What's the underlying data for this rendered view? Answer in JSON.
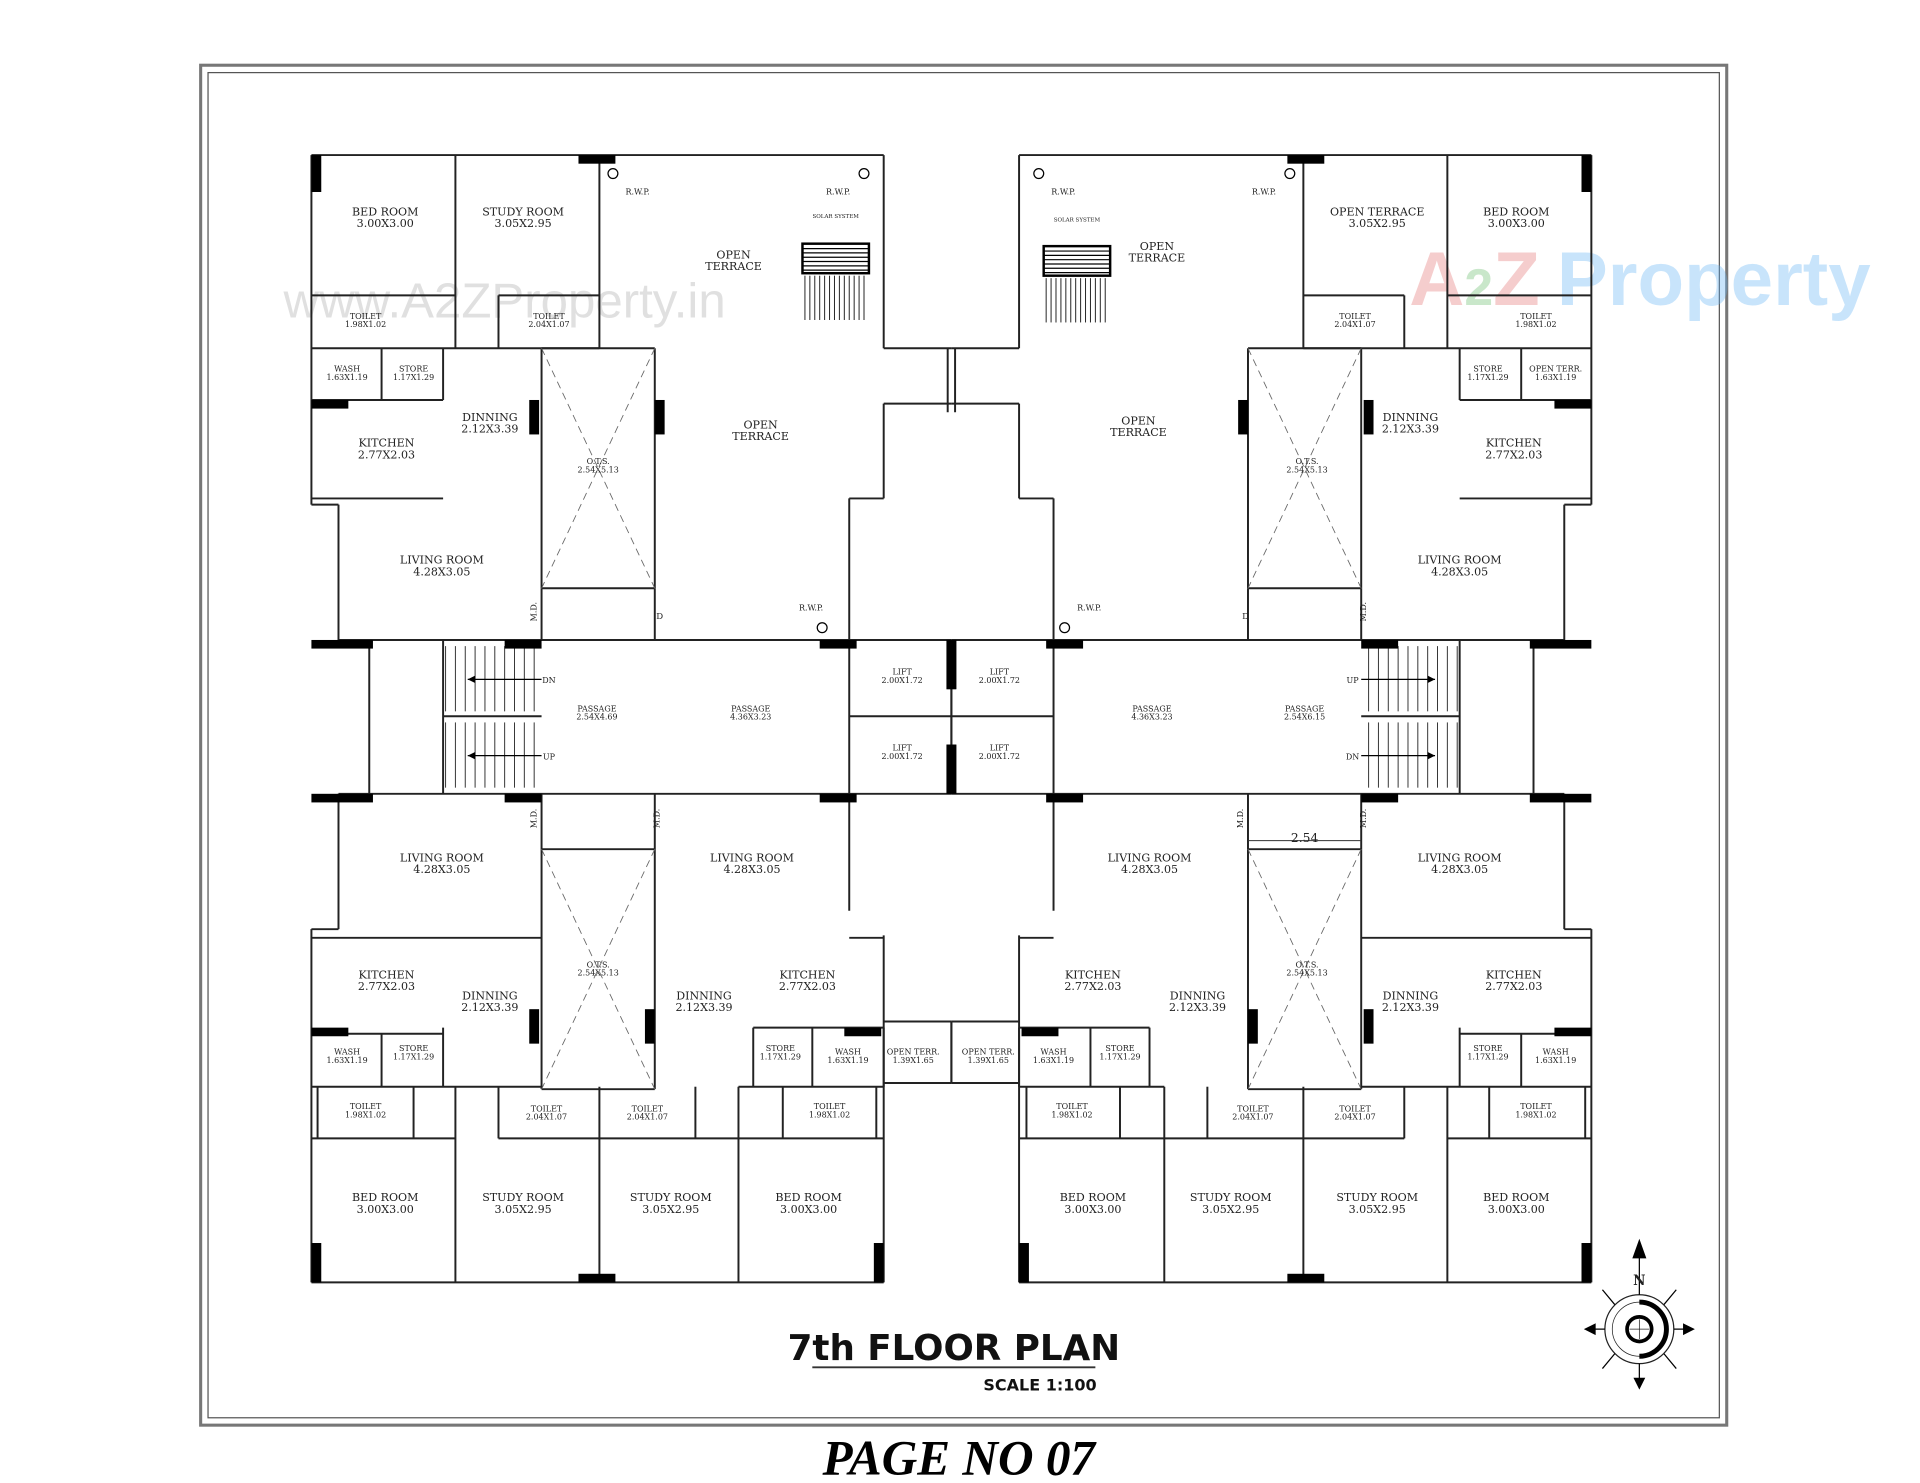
{
  "title": "7th FLOOR PLAN",
  "scale": "SCALE 1:100",
  "page": "PAGE NO 07",
  "watermarks": {
    "url": "www.A2ZProperty.in",
    "brand_a": "A",
    "brand_2": "2",
    "brand_z": "Z",
    "brand_rest": "Property"
  },
  "colors": {
    "line": "#222222",
    "watermark_red": "#e57373",
    "watermark_green": "#66bb6a",
    "watermark_blue": "#64b5f6",
    "watermark_orange": "#ffb74d"
  },
  "compass": {
    "north": "N"
  },
  "labels": [
    {
      "l1": "BED ROOM",
      "l2": "3.00X3.00"
    },
    {
      "l1": "STUDY ROOM",
      "l2": "3.05X2.95"
    },
    {
      "l1": "TOILET",
      "l2": "1.98X1.02"
    },
    {
      "l1": "TOILET",
      "l2": "2.04X1.07"
    },
    {
      "l1": "WASH",
      "l2": "1.63X1.19"
    },
    {
      "l1": "STORE",
      "l2": "1.17X1.29"
    },
    {
      "l1": "DINNING",
      "l2": "2.12X3.39"
    },
    {
      "l1": "KITCHEN",
      "l2": "2.77X2.03"
    },
    {
      "l1": "LIVING ROOM",
      "l2": "4.28X3.05"
    },
    {
      "l1": "O.T.S.",
      "l2": "2.54X5.13"
    },
    {
      "l1": "OPEN",
      "l2": "TERRACE"
    },
    {
      "l1": "OPEN",
      "l2": "TERRACE"
    },
    {
      "l1": "OPEN",
      "l2": "TERRACE"
    },
    {
      "l1": "OPEN",
      "l2": "TERRACE"
    },
    {
      "l1": "OPEN TERRACE",
      "l2": "3.05X2.95"
    },
    {
      "l1": "BED ROOM",
      "l2": "3.00X3.00"
    },
    {
      "l1": "TOILET",
      "l2": "2.04X1.07"
    },
    {
      "l1": "TOILET",
      "l2": "1.98X1.02"
    },
    {
      "l1": "STORE",
      "l2": "1.17X1.29"
    },
    {
      "l1": "OPEN TERR.",
      "l2": "1.63X1.19"
    },
    {
      "l1": "DINNING",
      "l2": "2.12X3.39"
    },
    {
      "l1": "KITCHEN",
      "l2": "2.77X2.03"
    },
    {
      "l1": "O.T.S.",
      "l2": "2.54X5.13"
    },
    {
      "l1": "LIVING ROOM",
      "l2": "4.28X3.05"
    },
    {
      "l1": "PASSAGE",
      "l2": "2.54X4.69"
    },
    {
      "l1": "PASSAGE",
      "l2": "4.36X3.23"
    },
    {
      "l1": "LIFT",
      "l2": "2.00X1.72"
    },
    {
      "l1": "LIFT",
      "l2": "2.00X1.72"
    },
    {
      "l1": "LIFT",
      "l2": "2.00X1.72"
    },
    {
      "l1": "LIFT",
      "l2": "2.00X1.72"
    },
    {
      "l1": "PASSAGE",
      "l2": "4.36X3.23"
    },
    {
      "l1": "PASSAGE",
      "l2": "2.54X6.15"
    },
    {
      "l1": "LIVING ROOM",
      "l2": "4.28X3.05"
    },
    {
      "l1": "LIVING ROOM",
      "l2": "4.28X3.05"
    },
    {
      "l1": "LIVING ROOM",
      "l2": "4.28X3.05"
    },
    {
      "l1": "LIVING ROOM",
      "l2": "4.28X3.05"
    },
    {
      "l1": "KITCHEN",
      "l2": "2.77X2.03"
    },
    {
      "l1": "KITCHEN",
      "l2": "2.77X2.03"
    },
    {
      "l1": "KITCHEN",
      "l2": "2.77X2.03"
    },
    {
      "l1": "KITCHEN",
      "l2": "2.77X2.03"
    },
    {
      "l1": "DINNING",
      "l2": "2.12X3.39"
    },
    {
      "l1": "DINNING",
      "l2": "2.12X3.39"
    },
    {
      "l1": "DINNING",
      "l2": "2.12X3.39"
    },
    {
      "l1": "DINNING",
      "l2": "2.12X3.39"
    },
    {
      "l1": "O.T.S.",
      "l2": "2.54X5.13"
    },
    {
      "l1": "O.T.S.",
      "l2": "2.54X5.13"
    },
    {
      "l1": "WASH",
      "l2": "1.63X1.19"
    },
    {
      "l1": "WASH",
      "l2": "1.63X1.19"
    },
    {
      "l1": "WASH",
      "l2": "1.63X1.19"
    },
    {
      "l1": "WASH",
      "l2": "1.63X1.19"
    },
    {
      "l1": "STORE",
      "l2": "1.17X1.29"
    },
    {
      "l1": "STORE",
      "l2": "1.17X1.29"
    },
    {
      "l1": "STORE",
      "l2": "1.17X1.29"
    },
    {
      "l1": "STORE",
      "l2": "1.17X1.29"
    },
    {
      "l1": "OPEN TERR.",
      "l2": "1.39X1.65"
    },
    {
      "l1": "OPEN TERR.",
      "l2": "1.39X1.65"
    },
    {
      "l1": "TOILET",
      "l2": "1.98X1.02"
    },
    {
      "l1": "TOILET",
      "l2": "1.98X1.02"
    },
    {
      "l1": "TOILET",
      "l2": "1.98X1.02"
    },
    {
      "l1": "TOILET",
      "l2": "1.98X1.02"
    },
    {
      "l1": "TOILET",
      "l2": "2.04X1.07"
    },
    {
      "l1": "TOILET",
      "l2": "2.04X1.07"
    },
    {
      "l1": "TOILET",
      "l2": "2.04X1.07"
    },
    {
      "l1": "TOILET",
      "l2": "2.04X1.07"
    },
    {
      "l1": "BED ROOM",
      "l2": "3.00X3.00"
    },
    {
      "l1": "BED ROOM",
      "l2": "3.00X3.00"
    },
    {
      "l1": "BED ROOM",
      "l2": "3.00X3.00"
    },
    {
      "l1": "BED ROOM",
      "l2": "3.00X3.00"
    },
    {
      "l1": "STUDY ROOM",
      "l2": "3.05X2.95"
    },
    {
      "l1": "STUDY ROOM",
      "l2": "3.05X2.95"
    },
    {
      "l1": "STUDY ROOM",
      "l2": "3.05X2.95"
    },
    {
      "l1": "STUDY ROOM",
      "l2": "3.05X2.95"
    }
  ],
  "marks": [
    "R.W.P.",
    "R.W.P.",
    "R.W.P.",
    "R.W.P.",
    "R.W.P.",
    "R.W.P.",
    "SOLAR SYSTEM",
    "SOLAR SYSTEM",
    "DN",
    "UP",
    "UP",
    "DN",
    "M.D.",
    "M.D.",
    "M.D.",
    "M.D.",
    "M.D.",
    "M.D.",
    "D",
    "D",
    "2.54"
  ]
}
